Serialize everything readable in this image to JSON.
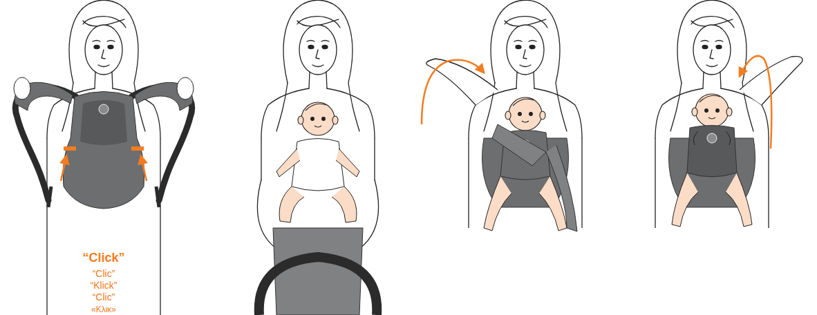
{
  "diagram": {
    "labels": [
      "“Click”",
      "“Clic”",
      "“Klick”",
      "“Clic”",
      "«Κλικ»"
    ]
  }
}
